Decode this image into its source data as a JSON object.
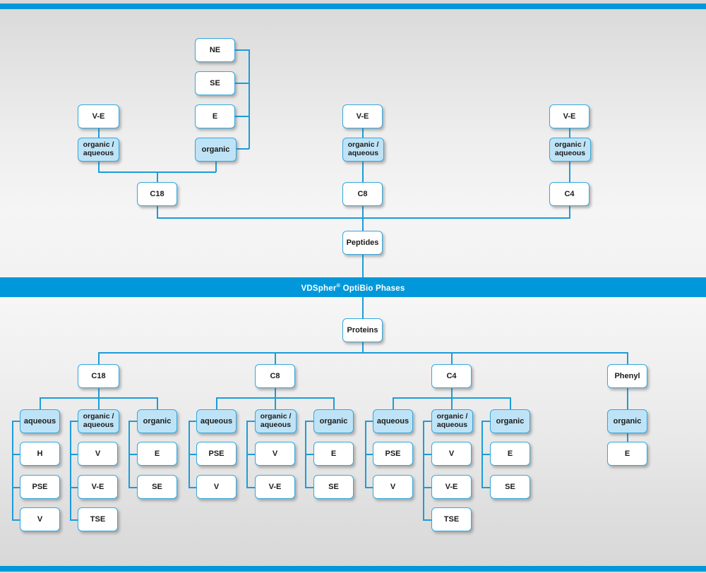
{
  "banner": {
    "text_main": "VDSpher",
    "sup": "®",
    "text_rest": " OptiBio Phases"
  },
  "diagram": {
    "type": "flowchart",
    "title": "VDSpher® OptiBio Phases",
    "peptides": {
      "root_label": "Peptides",
      "columns": [
        {
          "phase": "C18",
          "modes": [
            {
              "label": "organic /\naqueous",
              "tint": true,
              "parent": "V-E",
              "children": []
            },
            {
              "label": "organic",
              "tint": true,
              "children": [
                "NE",
                "SE",
                "E"
              ]
            }
          ],
          "top_label": "V-E"
        },
        {
          "phase": "C8",
          "modes": [
            {
              "label": "organic /\naqueous",
              "tint": true,
              "parent": "V-E",
              "children": []
            }
          ],
          "top_label": "V-E"
        },
        {
          "phase": "C4",
          "modes": [
            {
              "label": "organic /\naqueous",
              "tint": true,
              "parent": "V-E",
              "children": []
            }
          ],
          "top_label": "V-E"
        }
      ]
    },
    "proteins": {
      "root_label": "Proteins",
      "columns": [
        {
          "phase": "C18",
          "groups": [
            {
              "label": "aqueous",
              "children": [
                "H",
                "PSE",
                "V"
              ]
            },
            {
              "label": "organic /\naqueous",
              "children": [
                "V",
                "V-E",
                "TSE"
              ]
            },
            {
              "label": "organic",
              "children": [
                "E",
                "SE"
              ]
            }
          ]
        },
        {
          "phase": "C8",
          "groups": [
            {
              "label": "aqueous",
              "children": [
                "PSE",
                "V"
              ]
            },
            {
              "label": "organic /\naqueous",
              "children": [
                "V",
                "V-E"
              ]
            },
            {
              "label": "organic",
              "children": [
                "E",
                "SE"
              ]
            }
          ]
        },
        {
          "phase": "C4",
          "groups": [
            {
              "label": "aqueous",
              "children": [
                "PSE",
                "V"
              ]
            },
            {
              "label": "organic /\naqueous",
              "children": [
                "V",
                "V-E",
                "TSE"
              ]
            },
            {
              "label": "organic",
              "children": [
                "E",
                "SE"
              ]
            }
          ]
        },
        {
          "phase": "Phenyl",
          "groups": [
            {
              "label": "organic",
              "children": [
                "E"
              ]
            }
          ]
        }
      ]
    }
  },
  "nodes": {
    "p_ve1": "V-E",
    "p_oa1": "organic /\naqueous",
    "p_ne": "NE",
    "p_se": "SE",
    "p_e": "E",
    "p_org": "organic",
    "p_c18": "C18",
    "p_ve2": "V-E",
    "p_oa2": "organic /\naqueous",
    "p_c8": "C8",
    "p_ve3": "V-E",
    "p_oa3": "organic /\naqueous",
    "p_c4": "C4",
    "peptides": "Peptides",
    "proteins": "Proteins",
    "b_c18": "C18",
    "b_c8": "C8",
    "b_c4": "C4",
    "b_phenyl": "Phenyl",
    "c18_aq": "aqueous",
    "c18_oa": "organic /\naqueous",
    "c18_org": "organic",
    "c18_aq_1": "H",
    "c18_aq_2": "PSE",
    "c18_aq_3": "V",
    "c18_oa_1": "V",
    "c18_oa_2": "V-E",
    "c18_oa_3": "TSE",
    "c18_org_1": "E",
    "c18_org_2": "SE",
    "c8_aq": "aqueous",
    "c8_oa": "organic /\naqueous",
    "c8_org": "organic",
    "c8_aq_1": "PSE",
    "c8_aq_2": "V",
    "c8_oa_1": "V",
    "c8_oa_2": "V-E",
    "c8_org_1": "E",
    "c8_org_2": "SE",
    "c4_aq": "aqueous",
    "c4_oa": "organic /\naqueous",
    "c4_org": "organic",
    "c4_aq_1": "PSE",
    "c4_aq_2": "V",
    "c4_oa_1": "V",
    "c4_oa_2": "V-E",
    "c4_oa_3": "TSE",
    "c4_org_1": "E",
    "c4_org_2": "SE",
    "ph_org": "organic",
    "ph_org_1": "E"
  },
  "colors": {
    "accent": "#0098da",
    "line": "#1b9dd9",
    "node_border": "#35a8dd",
    "node_tint": "#bfe3f6",
    "node_fill": "#ffffff"
  }
}
